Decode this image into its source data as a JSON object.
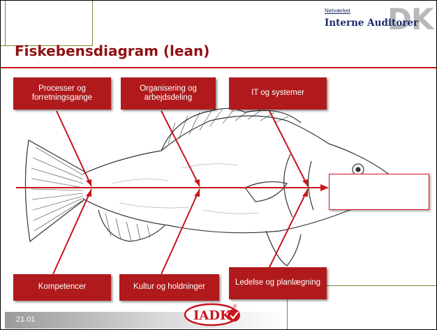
{
  "slide": {
    "title": "Fiskebensdiagram (lean)",
    "date": "21.01"
  },
  "logo": {
    "network": "Netværket",
    "org": "Interne Auditorer",
    "country": "DK"
  },
  "footer_logo": {
    "text": "IADK",
    "mark": "®"
  },
  "diagram": {
    "causes_top": [
      {
        "label": "Processer og forretningsgange"
      },
      {
        "label": "Organisering og arbejdsdeling"
      },
      {
        "label": "IT og systemer"
      }
    ],
    "causes_bottom": [
      {
        "label": "Kompetencer"
      },
      {
        "label": "Kultur og holdninger"
      },
      {
        "label": "Ledelse og planlægning"
      }
    ],
    "effect": {
      "label": ""
    }
  },
  "colors": {
    "accent": "#b01a1c",
    "title": "#8e1214",
    "decor": "#7a8a3a",
    "logo_text": "#1a2b6b"
  }
}
